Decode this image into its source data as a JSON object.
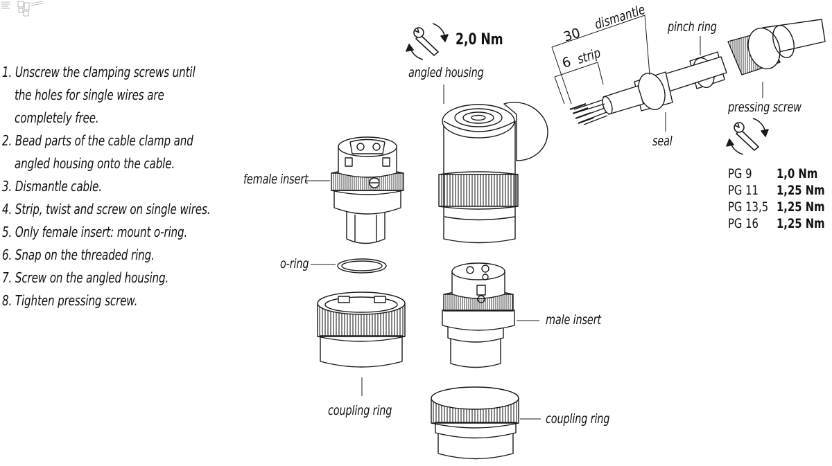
{
  "steps": [
    "1. Unscrew the clamping screws until",
    "the holes for single wires are",
    "completely free.",
    "2. Bead parts of the cable clamp and",
    "angled housing onto the cable.",
    "3. Dismantle cable.",
    "4. Strip, twist and screw on single wires.",
    "5. Only female insert: mount o-ring.",
    "6. Snap on the threaded ring.",
    "7. Screw on the angled housing.",
    "8. Tighten pressing screw."
  ],
  "labels": {
    "angled_housing": "angled housing",
    "female_insert": "female insert",
    "o_ring": "o-ring",
    "coupling_ring_left": "coupling ring",
    "male_insert": "male insert",
    "coupling_ring_right": "coupling ring",
    "seal": "seal",
    "pinch_ring": "pinch ring",
    "pressing_screw": "pressing screw",
    "dismantle": "dismantle",
    "strip": "strip"
  },
  "dimensions": {
    "dismantle_length": "30",
    "strip_length": "6"
  },
  "housing_torque": "2,0 Nm",
  "pressing_screw_torque": [
    {
      "size": "PG 9",
      "torque": "1,0 Nm"
    },
    {
      "size": "PG 11",
      "torque": "1,25 Nm"
    },
    {
      "size": "PG 13,5",
      "torque": "1,25 Nm"
    },
    {
      "size": "PG 16",
      "torque": "1,25 Nm"
    }
  ],
  "icons": [
    "wrench-rotate-icon",
    "wrench-rotate-icon"
  ],
  "colors": {
    "line": "#1a1a1a",
    "background": "#ffffff"
  }
}
